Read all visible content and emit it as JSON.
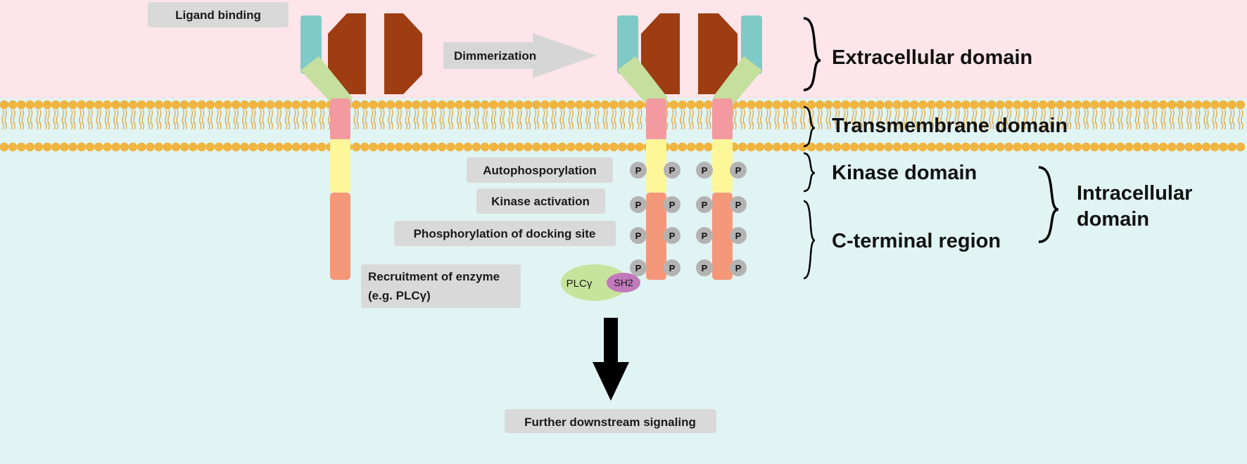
{
  "labels": {
    "ligand_binding": "Ligand binding",
    "dimerization": "Dimmerization",
    "autophosphorylation": "Autophosporylation",
    "kinase_activation": "Kinase activation",
    "docking_site": "Phosphorylation of docking site",
    "recruitment_line1": "Recruitment of enzyme",
    "recruitment_line2": "(e.g. PLCγ)",
    "downstream": "Further downstream signaling"
  },
  "domains": {
    "extracellular": "Extracellular domain",
    "transmembrane": "Transmembrane domain",
    "kinase": "Kinase domain",
    "c_terminal": "C-terminal region",
    "intracellular_line1": "Intracellular",
    "intracellular_line2": "domain"
  },
  "enzyme": {
    "name": "PLCγ",
    "sh2": "SH2"
  },
  "phospho_label": "P",
  "colors": {
    "extracellular_bg": "#fde5ea",
    "intracellular_bg": "#e0f4f3",
    "lipid_head": "#f0b440",
    "lipid_tail": "#e0a23a",
    "ligand": "#9e3c12",
    "receptor_top": "#7fcac6",
    "receptor_arm": "#c4df9e",
    "transmembrane": "#f29aa0",
    "kinase": "#fdf79a",
    "c_terminal": "#f5987a",
    "phosphate": "#b3b3b3",
    "plcg": "#c7e49c",
    "sh2": "#c079bb",
    "label_box": "#d9d9d9"
  }
}
